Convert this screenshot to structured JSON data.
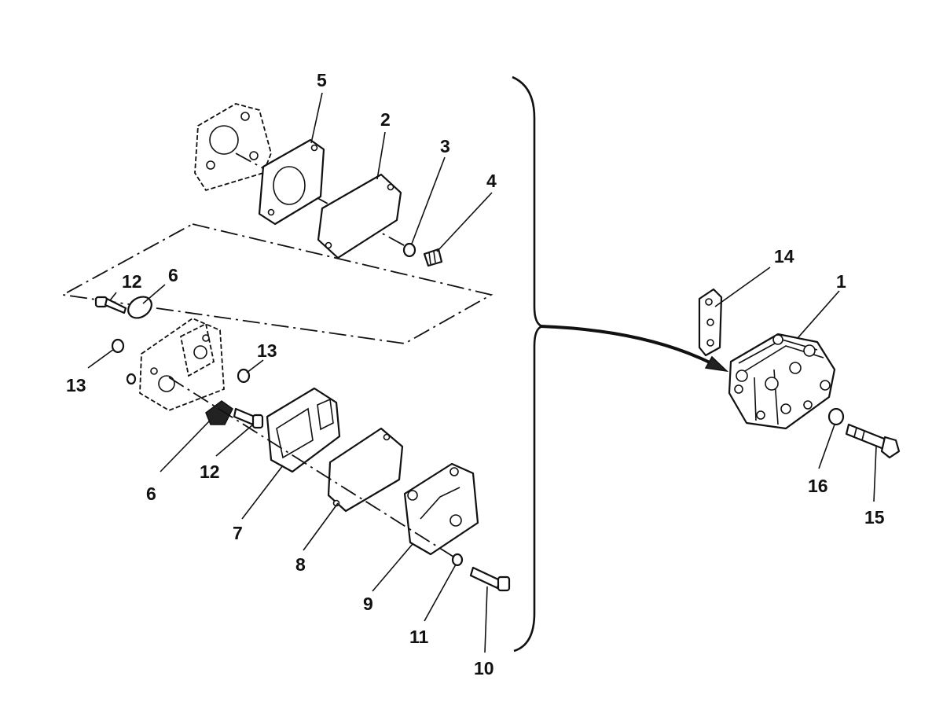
{
  "callouts": [
    {
      "id": "c5",
      "text": "5"
    },
    {
      "id": "c2",
      "text": "2"
    },
    {
      "id": "c3",
      "text": "3"
    },
    {
      "id": "c4",
      "text": "4"
    },
    {
      "id": "c12a",
      "text": "12"
    },
    {
      "id": "c6a",
      "text": "6"
    },
    {
      "id": "c13a",
      "text": "13"
    },
    {
      "id": "c13b",
      "text": "13"
    },
    {
      "id": "c6b",
      "text": "6"
    },
    {
      "id": "c12b",
      "text": "12"
    },
    {
      "id": "c7",
      "text": "7"
    },
    {
      "id": "c8",
      "text": "8"
    },
    {
      "id": "c9",
      "text": "9"
    },
    {
      "id": "c11",
      "text": "11"
    },
    {
      "id": "c10",
      "text": "10"
    },
    {
      "id": "c14",
      "text": "14"
    },
    {
      "id": "c1",
      "text": "1"
    },
    {
      "id": "c16",
      "text": "16"
    },
    {
      "id": "c15",
      "text": "15"
    }
  ]
}
